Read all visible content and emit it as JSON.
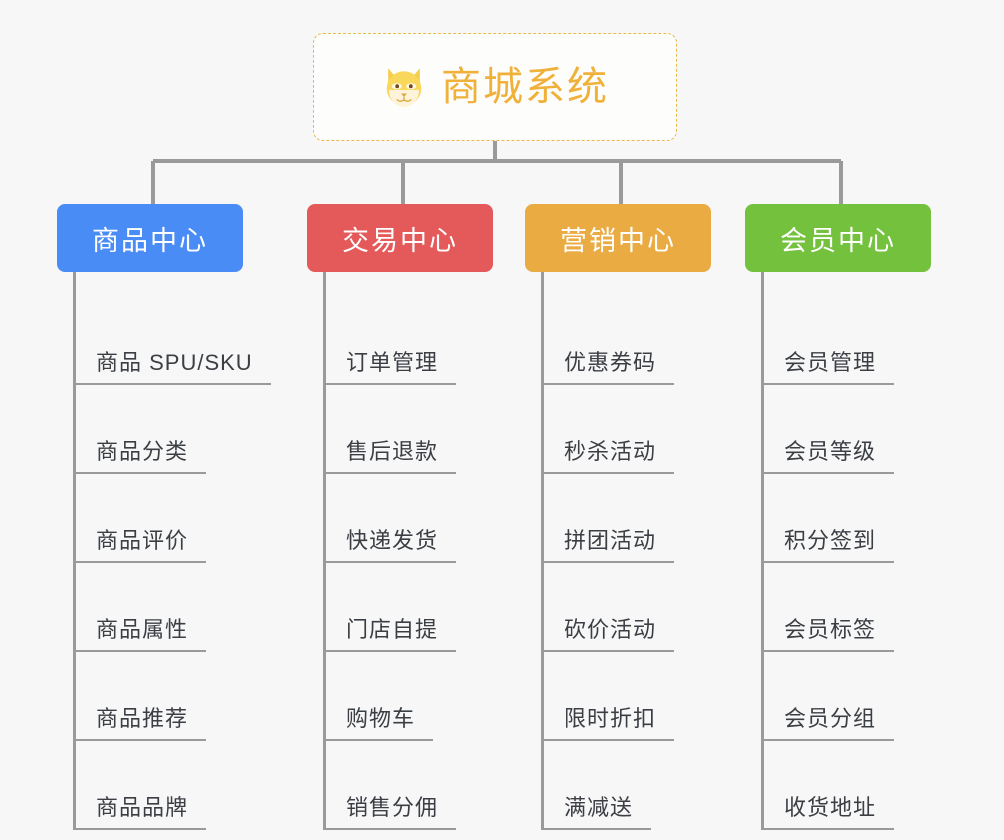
{
  "root": {
    "title": "商城系统",
    "icon": "shiba-dog-icon",
    "border_color": "#e9b949",
    "text_color": "#f0b13b"
  },
  "theme": {
    "background": "#f7f7f7",
    "connector_color": "#9a9a9a",
    "leaf_text_color": "#3b3f44"
  },
  "categories": [
    {
      "label": "商品中心",
      "color": "#4a8cf5",
      "items": [
        "商品 SPU/SKU",
        "商品分类",
        "商品评价",
        "商品属性",
        "商品推荐",
        "商品品牌"
      ]
    },
    {
      "label": "交易中心",
      "color": "#e4595a",
      "items": [
        "订单管理",
        "售后退款",
        "快递发货",
        "门店自提",
        "购物车",
        "销售分佣"
      ]
    },
    {
      "label": "营销中心",
      "color": "#eaab42",
      "items": [
        "优惠券码",
        "秒杀活动",
        "拼团活动",
        "砍价活动",
        "限时折扣",
        "满减送"
      ]
    },
    {
      "label": "会员中心",
      "color": "#73c13d",
      "items": [
        "会员管理",
        "会员等级",
        "积分签到",
        "会员标签",
        "会员分组",
        "收货地址"
      ]
    }
  ]
}
